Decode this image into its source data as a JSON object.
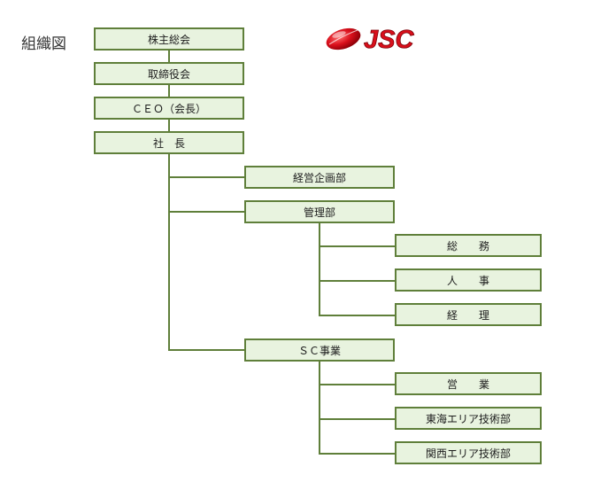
{
  "page": {
    "title": "組織図"
  },
  "logo": {
    "text": "JSC",
    "color": "#d90f1b"
  },
  "colors": {
    "box_fill": "#e8f3df",
    "box_border": "#5f7f3a",
    "line": "#5f7f3a"
  },
  "org": {
    "shareholders": "株主総会",
    "board": "取締役会",
    "ceo": "ＣＥＯ（会長）",
    "president": "社　長",
    "planning": "経営企画部",
    "admin": "管理部",
    "admin_general": "総　　務",
    "admin_hr": "人　　事",
    "admin_accounting": "経　　理",
    "sc": "ＳＣ事業",
    "sc_sales": "営　　業",
    "sc_tokai": "東海エリア技術部",
    "sc_kansai": "関西エリア技術部"
  }
}
